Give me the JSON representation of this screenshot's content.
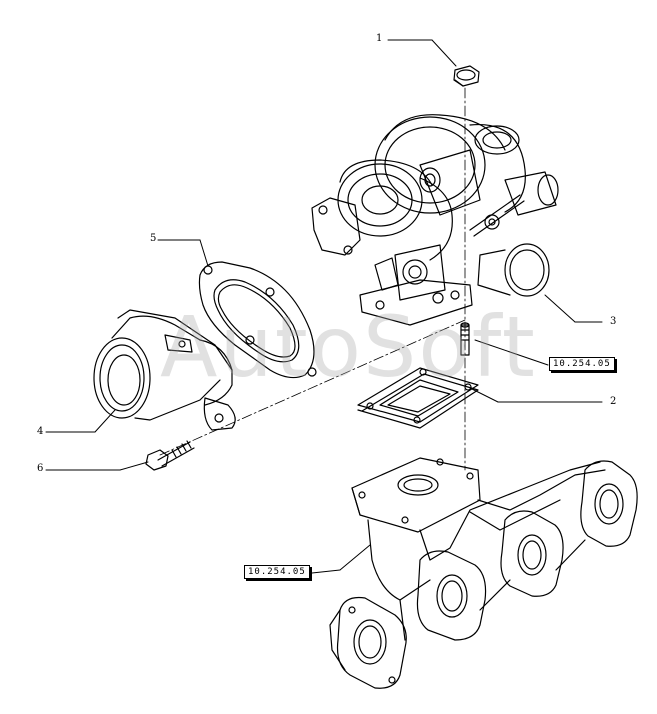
{
  "callouts": {
    "c1": "1",
    "c2": "2",
    "c3": "3",
    "c4": "4",
    "c5": "5",
    "c6": "6"
  },
  "refs": {
    "ref_right": "10.254.05",
    "ref_left": "10.254.05"
  },
  "watermark": "AutoSoft",
  "colors": {
    "line": "#000000",
    "watermark": "#aaaaaa"
  }
}
